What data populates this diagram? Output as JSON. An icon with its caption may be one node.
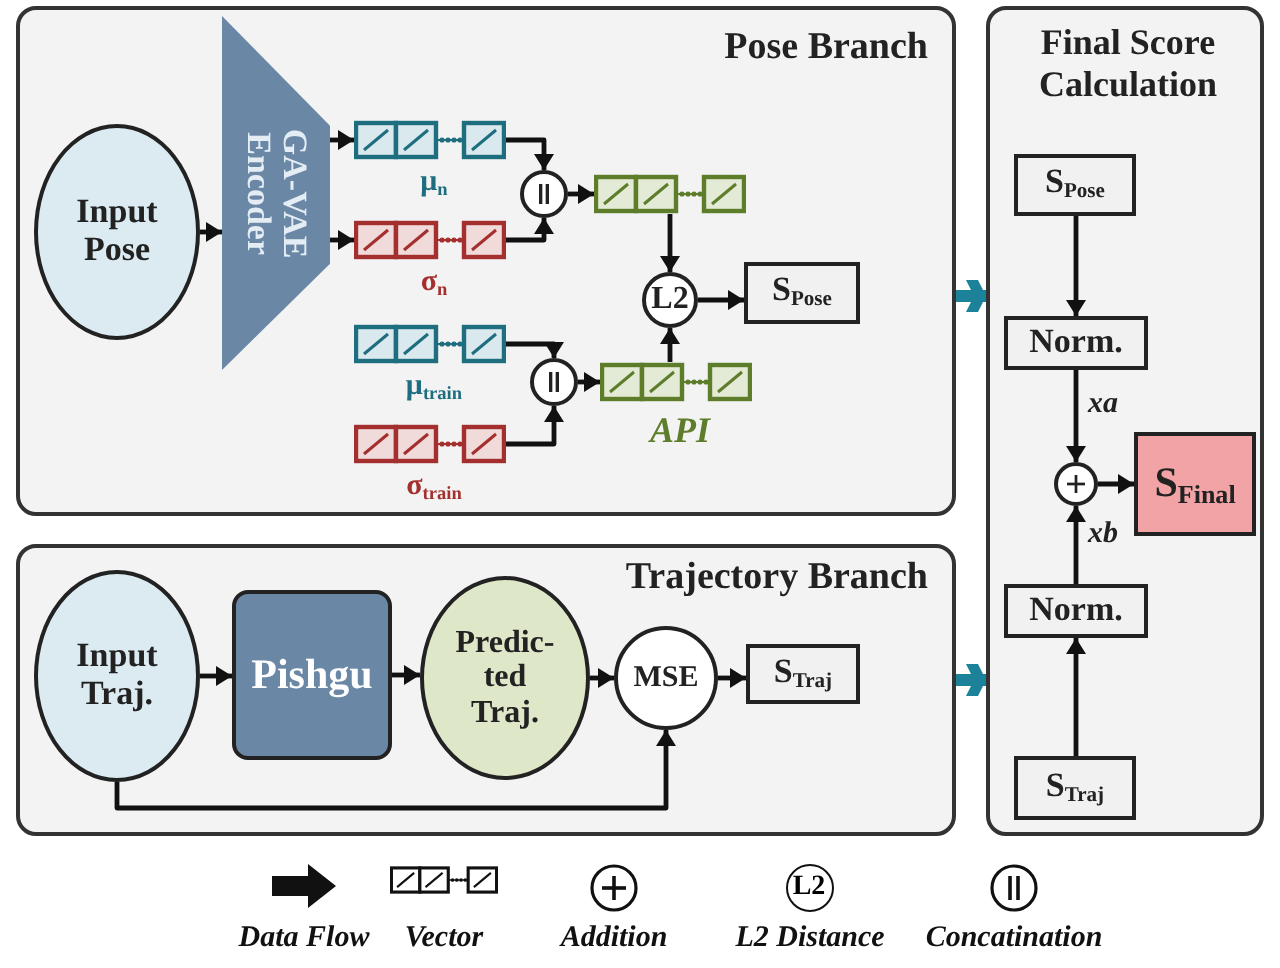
{
  "diagram": {
    "nodes": [
      {
        "text": [
          "Pose Branch"
        ]
      },
      {
        "text": [
          "Input Pose"
        ],
        "in": 0
      },
      {
        "text": [
          "GA-VAE Encoder"
        ],
        "in": 0
      },
      {
        "text": [],
        "shape": "bar",
        "in": 0,
        "beside": [
          "μ$_{n}$"
        ]
      },
      {
        "text": [],
        "shape": "bar",
        "in": 0,
        "beside": [
          "σ$_{n}$"
        ]
      },
      {
        "text": [],
        "shape": "circle",
        "in": 0
      },
      {
        "text": [],
        "shape": "bar",
        "in": 0
      },
      {
        "text": [],
        "shape": "bar",
        "in": 0,
        "beside": [
          "μ$_{train}$"
        ]
      },
      {
        "text": [],
        "shape": "bar",
        "in": 0,
        "beside": [
          "σ$_{train}$"
        ]
      },
      {
        "text": [],
        "shape": "circle",
        "in": 0
      },
      {
        "text": [],
        "shape": "bar",
        "in": 0,
        "beside": [
          "API"
        ]
      },
      {
        "text": [
          "L2"
        ],
        "in": 0
      },
      {
        "text": [
          "S$_{Pose}$"
        ],
        "in": 0
      },
      {
        "text": [
          "Trajectory Branch"
        ]
      },
      {
        "text": [
          "Input Traj."
        ],
        "in": 13
      },
      {
        "text": [
          "Pishgu"
        ],
        "in": 13
      },
      {
        "text": [
          "Predic- ted Traj."
        ],
        "in": 13
      },
      {
        "text": [
          "MSE"
        ],
        "in": 13
      },
      {
        "text": [
          "S$_{Traj}$"
        ],
        "in": 13
      },
      {
        "text": [
          "Final Score Calculation"
        ]
      },
      {
        "text": [
          "S$_{Pose}$"
        ],
        "in": 19
      },
      {
        "text": [
          "Norm."
        ],
        "in": 19
      },
      {
        "text": [],
        "shape": "circle",
        "in": 19
      },
      {
        "text": [
          "S$_{Final}$"
        ],
        "in": 19
      },
      {
        "text": [
          "Norm."
        ],
        "in": 19
      },
      {
        "text": [
          "S$_{Traj}$"
        ],
        "in": 19
      }
    ],
    "edges": [
      {
        "from": 1,
        "to": 2,
        "arrow": "to"
      },
      {
        "from": 2,
        "to": 3,
        "arrow": "to"
      },
      {
        "from": 2,
        "to": 4,
        "arrow": "to"
      },
      {
        "from": 3,
        "to": 5,
        "arrow": "to"
      },
      {
        "from": 4,
        "to": 5,
        "arrow": "to"
      },
      {
        "from": 5,
        "to": 6,
        "arrow": "to"
      },
      {
        "from": 7,
        "to": 9,
        "arrow": "to"
      },
      {
        "from": 8,
        "to": 9,
        "arrow": "to"
      },
      {
        "from": 9,
        "to": 10,
        "arrow": "to"
      },
      {
        "from": 6,
        "to": 11,
        "arrow": "to"
      },
      {
        "from": 10,
        "to": 11,
        "arrow": "to"
      },
      {
        "from": 11,
        "to": 12,
        "arrow": "to"
      },
      {
        "from": 0,
        "to": 19,
        "arrow": "to",
        "style": "thick",
        "color": "#1b8299"
      },
      {
        "from": 13,
        "to": 19,
        "arrow": "to",
        "style": "thick",
        "color": "#1b8299"
      },
      {
        "from": 14,
        "to": 15,
        "arrow": "to"
      },
      {
        "from": 15,
        "to": 16,
        "arrow": "to"
      },
      {
        "from": 16,
        "to": 17,
        "arrow": "to"
      },
      {
        "from": 17,
        "to": 18,
        "arrow": "to"
      },
      {
        "from": 14,
        "to": 17,
        "arrow": "to"
      },
      {
        "from": 20,
        "to": 21,
        "arrow": "to"
      },
      {
        "from": 21,
        "to": 22,
        "arrow": "to",
        "label": "xa"
      },
      {
        "from": 24,
        "to": 22,
        "arrow": "to",
        "label": "xb"
      },
      {
        "from": 22,
        "to": 23,
        "arrow": "to"
      },
      {
        "from": 25,
        "to": 24,
        "arrow": "to"
      }
    ],
    "labels": [
      "L2"
    ],
    "legend": [
      {
        "text": "Data Flow"
      },
      {
        "text": "Vector"
      },
      {
        "text": "Addition"
      },
      {
        "text": "L2 Distance"
      },
      {
        "text": "Concatination"
      }
    ]
  }
}
